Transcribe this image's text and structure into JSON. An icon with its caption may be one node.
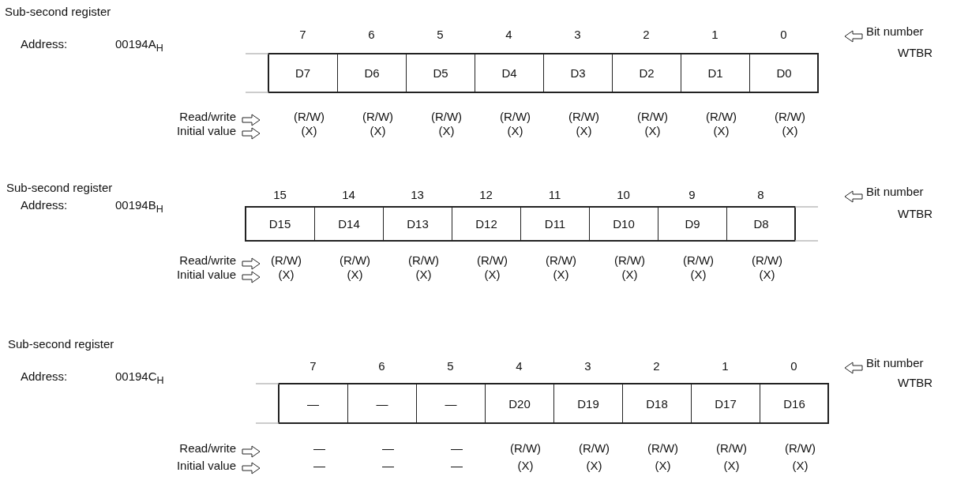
{
  "diagram": {
    "nodes": [
      {
        "text": [
          "D7"
        ]
      },
      {
        "text": [
          "D6"
        ]
      },
      {
        "text": [
          "D5"
        ]
      },
      {
        "text": [
          "D4"
        ]
      },
      {
        "text": [
          "D3"
        ]
      },
      {
        "text": [
          "D2"
        ]
      },
      {
        "text": [
          "D1"
        ]
      },
      {
        "text": [
          "D0"
        ]
      },
      {
        "text": [
          "D15"
        ]
      },
      {
        "text": [
          "D14"
        ]
      },
      {
        "text": [
          "D13"
        ]
      },
      {
        "text": [
          "D12"
        ]
      },
      {
        "text": [
          "D11"
        ]
      },
      {
        "text": [
          "D10"
        ]
      },
      {
        "text": [
          "D9"
        ]
      },
      {
        "text": [
          "D8"
        ]
      },
      {
        "text": [
          "—"
        ]
      },
      {
        "text": [
          "—"
        ]
      },
      {
        "text": [
          "—"
        ]
      },
      {
        "text": [
          "D20"
        ]
      },
      {
        "text": [
          "D19"
        ]
      },
      {
        "text": [
          "D18"
        ]
      },
      {
        "text": [
          "D17"
        ]
      },
      {
        "text": [
          "D16"
        ]
      }
    ],
    "labels": [
      "Sub-second register",
      "7",
      "6",
      "5",
      "4",
      "3",
      "2",
      "1",
      "0",
      "Bit number",
      "Address:",
      "00194A$_{H}$",
      "WTBR",
      "Read/write",
      "(R/W)",
      "(R/W)",
      "(R/W)",
      "(R/W)",
      "(R/W)",
      "(R/W)",
      "(R/W)",
      "(R/W)",
      "Initial value",
      "(X)",
      "(X)",
      "(X)",
      "(X)",
      "(X)",
      "(X)",
      "(X)",
      "(X)",
      "Sub-second register",
      "15",
      "14",
      "13",
      "12",
      "11",
      "10",
      "9",
      "8",
      "Bit number",
      "Address:",
      "00194B$_{H}$",
      "WTBR",
      "Read/write",
      "(R/W)",
      "(R/W)",
      "(R/W)",
      "(R/W)",
      "(R/W)",
      "(R/W)",
      "(R/W)",
      "(R/W)",
      "Initial value",
      "(X)",
      "(X)",
      "(X)",
      "(X)",
      "(X)",
      "(X)",
      "(X)",
      "(X)",
      "Sub-second register",
      "7",
      "6",
      "5",
      "4",
      "3",
      "2",
      "1",
      "0",
      "Bit number",
      "Address:",
      "00194C$_{H}$",
      "WTBR",
      "Read/write",
      "—",
      "—",
      "—",
      "(R/W)",
      "(R/W)",
      "(R/W)",
      "(R/W)",
      "(R/W)",
      "Initial value",
      "—",
      "—",
      "—",
      "(X)",
      "(X)",
      "(X)",
      "(X)",
      "(X)"
    ]
  }
}
